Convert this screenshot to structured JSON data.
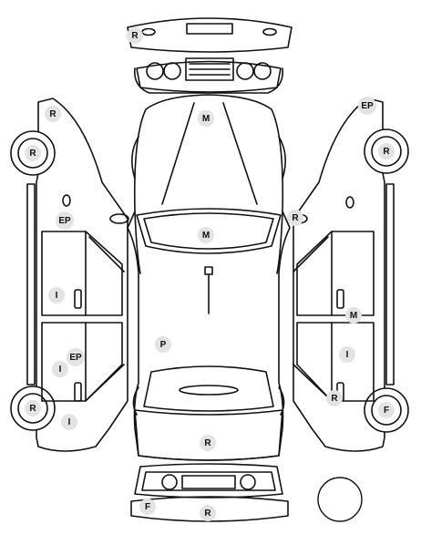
{
  "diagram": {
    "views": [
      "front",
      "top",
      "rear",
      "left-side",
      "right-side"
    ],
    "marker_fill": "#e3e3e3",
    "line_color": "#111111",
    "markers": [
      {
        "code": "R",
        "area": "front-bumper"
      },
      {
        "code": "M",
        "area": "hood"
      },
      {
        "code": "M",
        "area": "windshield"
      },
      {
        "code": "R",
        "area": "right-mirror"
      },
      {
        "code": "P",
        "area": "roof"
      },
      {
        "code": "R",
        "area": "trunk"
      },
      {
        "code": "F",
        "area": "rear-bumper-left"
      },
      {
        "code": "R",
        "area": "rear-bumper"
      },
      {
        "code": "R",
        "area": "left-front-fender"
      },
      {
        "code": "R",
        "area": "left-front-wheel"
      },
      {
        "code": "EP",
        "area": "left-front-door"
      },
      {
        "code": "I",
        "area": "left-front-door-panel"
      },
      {
        "code": "EP",
        "area": "left-rear-door"
      },
      {
        "code": "I",
        "area": "left-rear-door-panel"
      },
      {
        "code": "R",
        "area": "left-rear-wheel"
      },
      {
        "code": "I",
        "area": "left-rear-quarter"
      },
      {
        "code": "EP",
        "area": "right-front-fender"
      },
      {
        "code": "R",
        "area": "right-front-wheel"
      },
      {
        "code": "M",
        "area": "right-front-door"
      },
      {
        "code": "I",
        "area": "right-rear-door"
      },
      {
        "code": "R",
        "area": "right-rear-quarter"
      },
      {
        "code": "F",
        "area": "right-rear-wheel"
      }
    ]
  }
}
